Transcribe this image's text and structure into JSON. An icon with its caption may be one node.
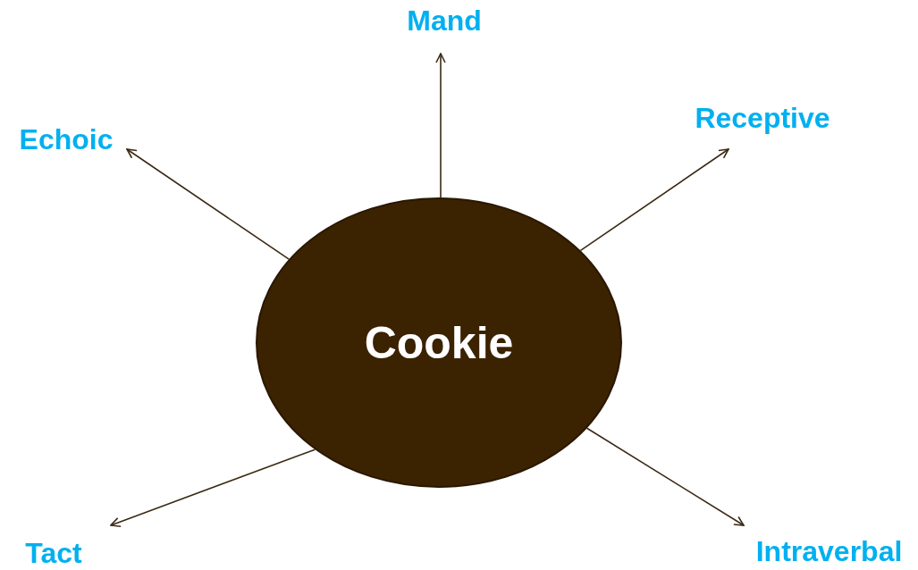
{
  "diagram": {
    "nodes": [
      {
        "text": [
          "Cookie"
        ]
      },
      {
        "text": [
          "Mand"
        ]
      },
      {
        "text": [
          "Echoic"
        ]
      },
      {
        "text": [
          "Receptive"
        ]
      },
      {
        "text": [
          "Tact"
        ]
      },
      {
        "text": [
          "Intraverbal"
        ]
      }
    ],
    "edges": [
      {
        "from": 0,
        "to": 1,
        "arrow": "to"
      },
      {
        "from": 0,
        "to": 2,
        "arrow": "to"
      },
      {
        "from": 0,
        "to": 3,
        "arrow": "to"
      },
      {
        "from": 0,
        "to": 4,
        "arrow": "to"
      },
      {
        "from": 0,
        "to": 5,
        "arrow": "to"
      }
    ]
  }
}
